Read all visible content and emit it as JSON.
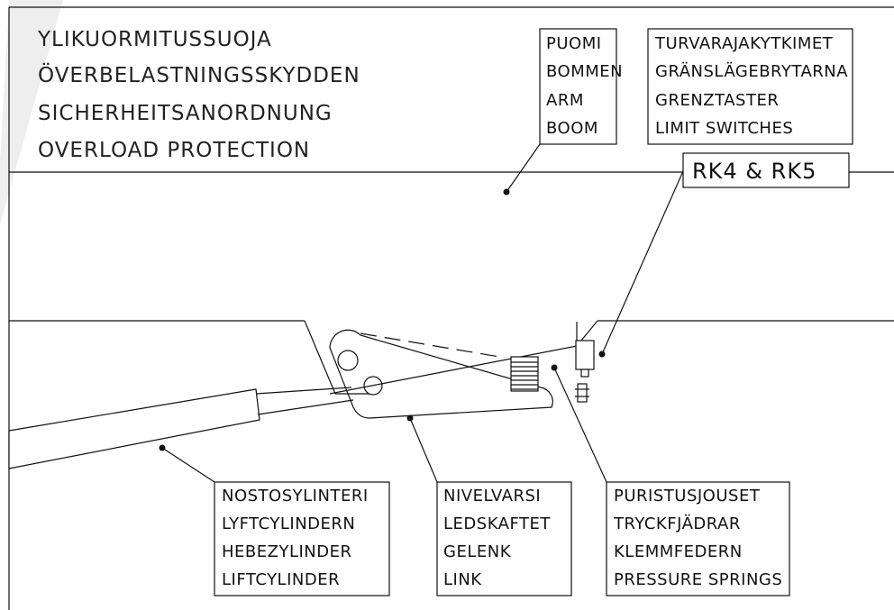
{
  "title_lines": [
    "YLIKUORMITUSSUOJA",
    "ÖVERBELASTNINGSSKYDDEN",
    "SICHERHEITSANORDNUNG",
    "OVERLOAD PROTECTION"
  ],
  "labels": {
    "boom": [
      "PUOMI",
      "BOMMEN",
      "ARM",
      "BOOM"
    ],
    "limit_switches": [
      "TURVARAJAKYTKIMET",
      "GRÄNSLÄGEBRYTARNA",
      "GRENZTASTER",
      "LIMIT SWITCHES"
    ],
    "rk": "RK4 & RK5",
    "lift_cylinder": [
      "NOSTOSYLINTERI",
      "LYFTCYLINDERN",
      "HEBEZYLINDER",
      "LIFTCYLINDER"
    ],
    "link": [
      "NIVELVARSI",
      "LEDSKAFTET",
      "GELENK",
      "LINK"
    ],
    "pressure_springs": [
      "PURISTUSJOUSET",
      "TRYCKFJÄDRAR",
      "KLEMMFEDERN",
      "PRESSURE SPRINGS"
    ]
  }
}
